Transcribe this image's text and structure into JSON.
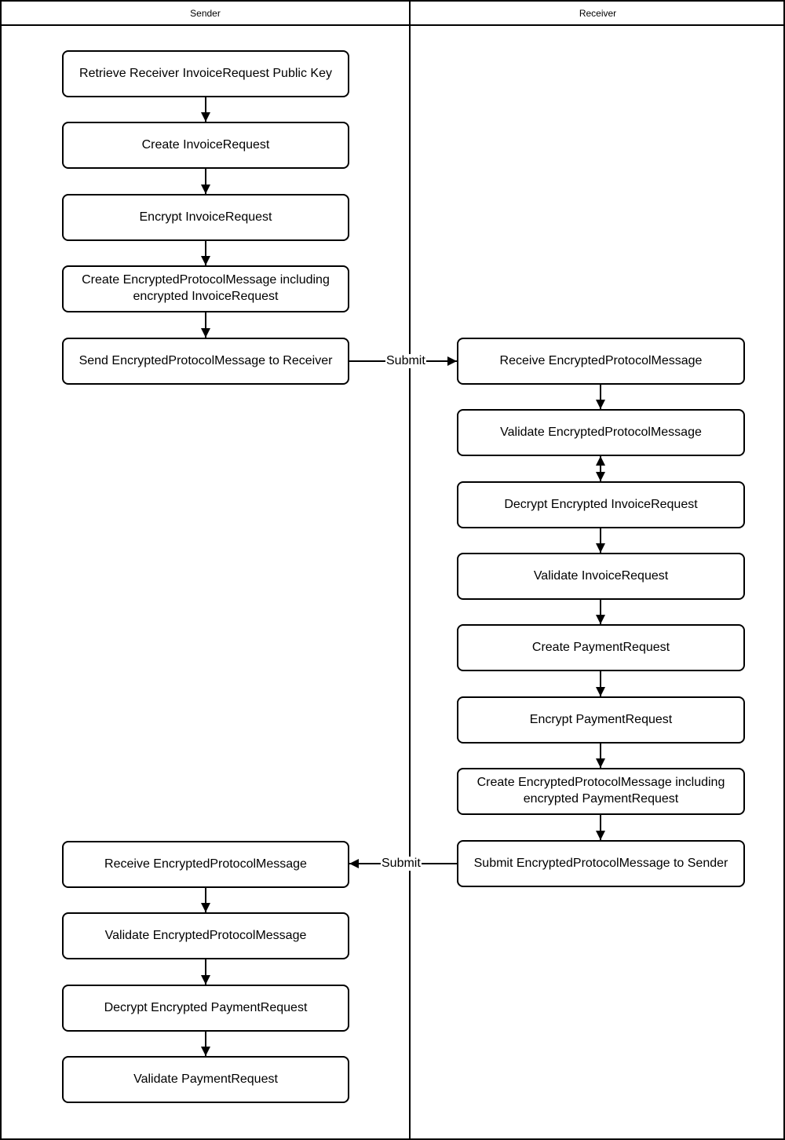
{
  "lanes": {
    "sender": {
      "label": "Sender"
    },
    "receiver": {
      "label": "Receiver"
    }
  },
  "sender_steps": [
    {
      "label": "Retrieve Receiver InvoiceRequest Public Key"
    },
    {
      "label": "Create InvoiceRequest"
    },
    {
      "label": "Encrypt InvoiceRequest"
    },
    {
      "label": "Create EncryptedProtocolMessage including encrypted InvoiceRequest"
    },
    {
      "label": "Send EncryptedProtocolMessage to Receiver"
    },
    {
      "label": "Receive EncryptedProtocolMessage"
    },
    {
      "label": "Validate EncryptedProtocolMessage"
    },
    {
      "label": "Decrypt Encrypted PaymentRequest"
    },
    {
      "label": "Validate PaymentRequest"
    }
  ],
  "receiver_steps": [
    {
      "label": "Receive EncryptedProtocolMessage"
    },
    {
      "label": "Validate EncryptedProtocolMessage"
    },
    {
      "label": "Decrypt Encrypted InvoiceRequest"
    },
    {
      "label": "Validate InvoiceRequest"
    },
    {
      "label": "Create PaymentRequest"
    },
    {
      "label": "Encrypt PaymentRequest"
    },
    {
      "label": "Create EncryptedProtocolMessage including encrypted PaymentRequest"
    },
    {
      "label": "Submit EncryptedProtocolMessage to Sender"
    }
  ],
  "messages": {
    "invoice_submit": {
      "label": "Submit"
    },
    "payment_submit": {
      "label": "Submit"
    }
  },
  "colors": {
    "line": "#000000",
    "box_fill": "#ffffff",
    "background": "#ffffff"
  }
}
